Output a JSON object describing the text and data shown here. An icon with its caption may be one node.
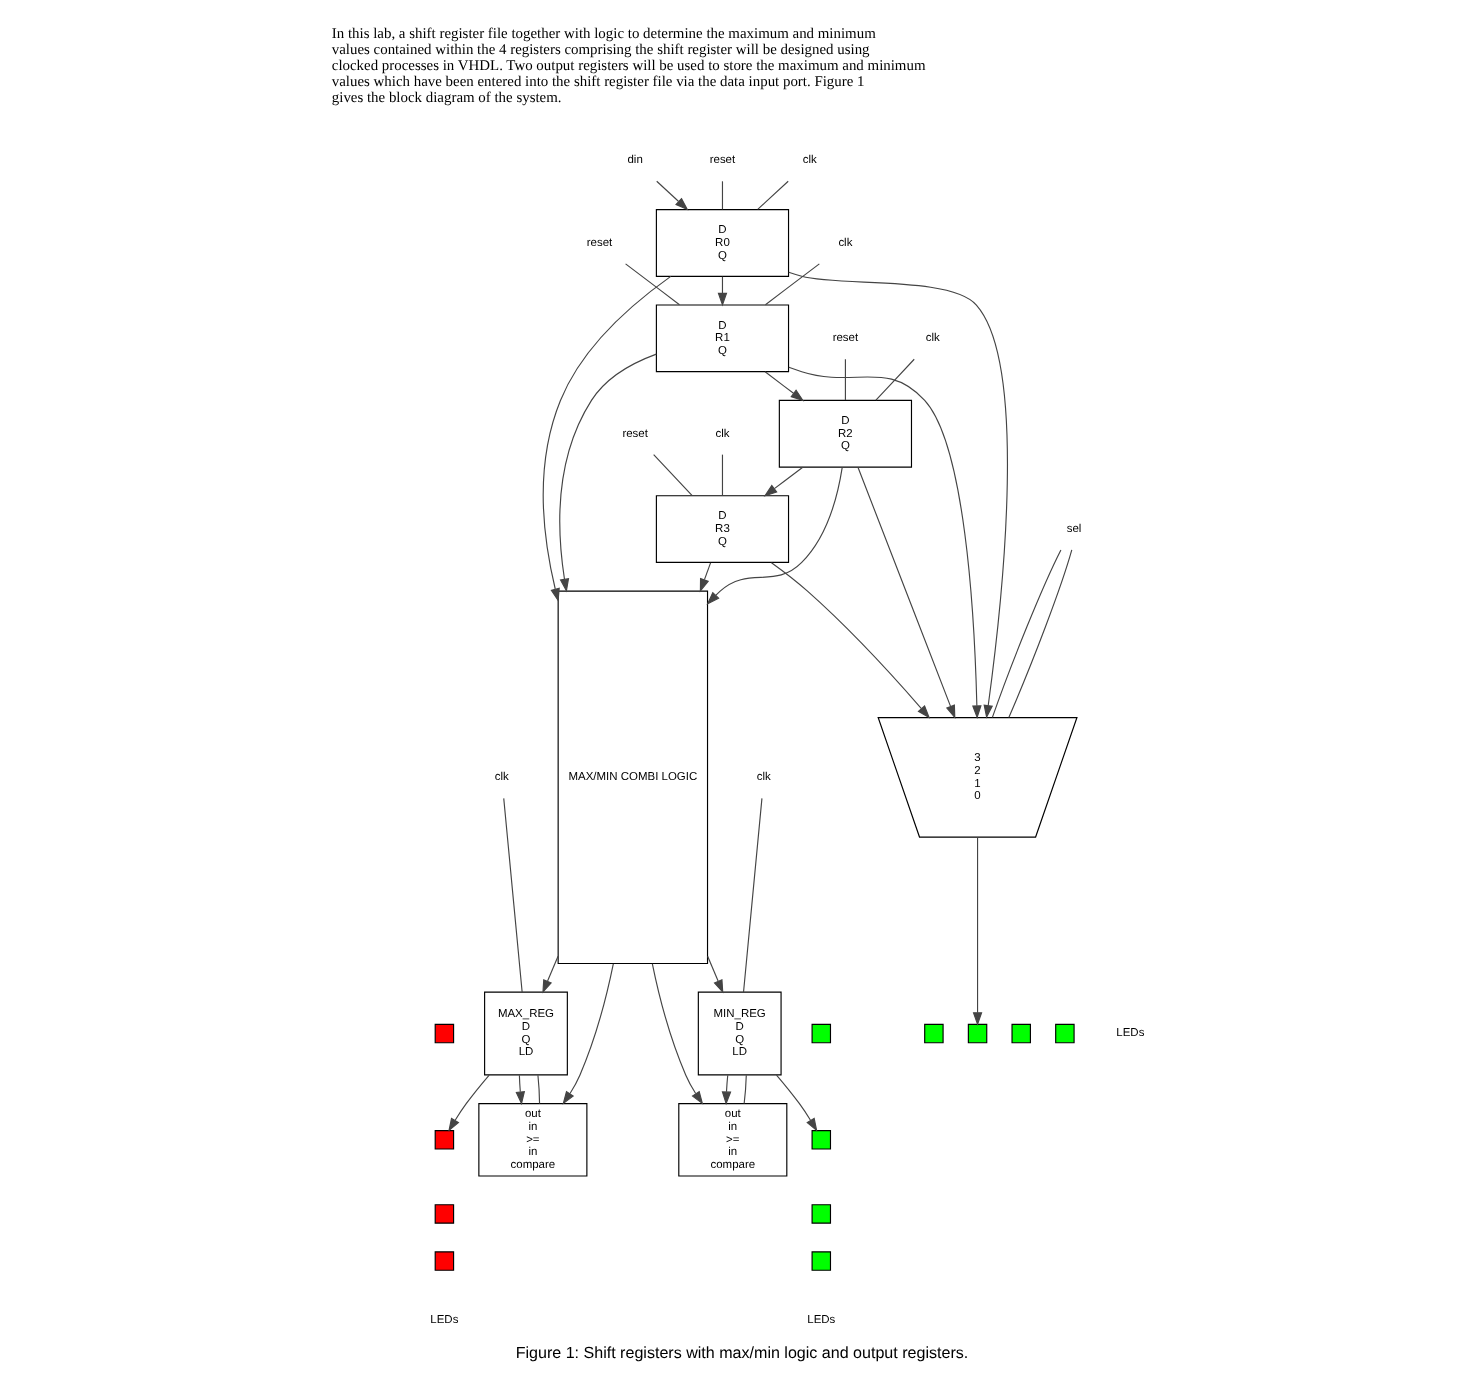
{
  "diagram": {
    "caption": "Figure 1: Shift registers with max/min logic and output registers.",
    "nodes": [
      {
        "text": [
          "din"
        ]
      },
      {
        "text": [
          "D",
          "R0",
          "Q"
        ]
      },
      {
        "text": [
          "reset"
        ]
      },
      {
        "text": [
          "clk"
        ]
      },
      {
        "text": [
          "D",
          "R1",
          "Q"
        ]
      },
      {
        "text": [
          "reset"
        ]
      },
      {
        "text": [
          "clk"
        ]
      },
      {
        "text": [
          "D",
          "R2",
          "Q"
        ]
      },
      {
        "text": [
          "reset"
        ]
      },
      {
        "text": [
          "clk"
        ]
      },
      {
        "text": [
          "D",
          "R3",
          "Q"
        ]
      },
      {
        "text": [
          "reset"
        ]
      },
      {
        "text": [
          "clk"
        ]
      },
      {
        "text": [
          "MAX/MIN COMBI LOGIC"
        ]
      },
      {
        "text": [
          "MAX_REG",
          "D",
          "Q",
          "LD"
        ]
      },
      {
        "text": [
          "clk"
        ]
      },
      {
        "text": [
          "out",
          "in",
          ">=",
          "in",
          "compare"
        ]
      },
      {
        "text": [],
        "shape": "box"
      },
      {
        "text": [],
        "shape": "box"
      },
      {
        "text": [],
        "shape": "box"
      },
      {
        "text": [],
        "shape": "box"
      },
      {
        "text": [
          "MIN_REG",
          "D",
          "Q",
          "LD"
        ]
      },
      {
        "text": [
          "clk"
        ]
      },
      {
        "text": [
          "out",
          "in",
          ">=",
          "in",
          "compare"
        ]
      },
      {
        "text": [],
        "shape": "box"
      },
      {
        "text": [],
        "shape": "box"
      },
      {
        "text": [],
        "shape": "box"
      },
      {
        "text": [],
        "shape": "box"
      },
      {
        "text": [
          "3",
          "2",
          "1",
          "0"
        ]
      },
      {
        "text": [
          "sel"
        ]
      },
      {
        "text": [],
        "shape": "box"
      },
      {
        "text": [],
        "shape": "box"
      },
      {
        "text": [],
        "shape": "box"
      },
      {
        "text": [],
        "shape": "box"
      }
    ],
    "edges": [
      {
        "from": 0,
        "to": 1,
        "arrow": "to"
      },
      {
        "from": 2,
        "to": 1,
        "arrow": "none"
      },
      {
        "from": 3,
        "to": 1,
        "arrow": "none"
      },
      {
        "from": 1,
        "to": 4,
        "arrow": "to"
      },
      {
        "from": 5,
        "to": 4,
        "arrow": "none"
      },
      {
        "from": 6,
        "to": 4,
        "arrow": "none"
      },
      {
        "from": 4,
        "to": 7,
        "arrow": "to"
      },
      {
        "from": 8,
        "to": 7,
        "arrow": "none"
      },
      {
        "from": 9,
        "to": 7,
        "arrow": "none"
      },
      {
        "from": 7,
        "to": 10,
        "arrow": "to"
      },
      {
        "from": 11,
        "to": 10,
        "arrow": "none"
      },
      {
        "from": 12,
        "to": 10,
        "arrow": "none"
      },
      {
        "from": 1,
        "to": 13,
        "arrow": "to"
      },
      {
        "from": 4,
        "to": 13,
        "arrow": "to"
      },
      {
        "from": 7,
        "to": 13,
        "arrow": "to"
      },
      {
        "from": 10,
        "to": 13,
        "arrow": "to"
      },
      {
        "from": 10,
        "to": 28,
        "arrow": "to"
      },
      {
        "from": 7,
        "to": 28,
        "arrow": "to"
      },
      {
        "from": 4,
        "to": 28,
        "arrow": "to"
      },
      {
        "from": 1,
        "to": 28,
        "arrow": "to"
      },
      {
        "from": 13,
        "to": 14,
        "arrow": "to"
      },
      {
        "from": 13,
        "to": 16,
        "arrow": "to"
      },
      {
        "from": 14,
        "to": 18,
        "arrow": "to"
      },
      {
        "from": 14,
        "to": 16,
        "arrow": "to"
      },
      {
        "from": 16,
        "to": 14,
        "arrow": "none"
      },
      {
        "from": 15,
        "to": 14,
        "arrow": "none"
      },
      {
        "from": 13,
        "to": 21,
        "arrow": "to"
      },
      {
        "from": 13,
        "to": 23,
        "arrow": "to"
      },
      {
        "from": 21,
        "to": 25,
        "arrow": "to"
      },
      {
        "from": 21,
        "to": 23,
        "arrow": "to"
      },
      {
        "from": 23,
        "to": 21,
        "arrow": "none"
      },
      {
        "from": 22,
        "to": 21,
        "arrow": "none"
      },
      {
        "from": 29,
        "to": 28,
        "arrow": "none"
      },
      {
        "from": 29,
        "to": 28,
        "arrow": "none"
      },
      {
        "from": 28,
        "to": 31,
        "arrow": "to"
      }
    ],
    "labels": [
      "In this lab, a shift register file together with logic to determine the maximum and minimum values contained within the 4 registers comprising the shift register will be designed using clocked processes in VHDL. Two output registers will be used to store the maximum and minimum values which have been entered into the shift register file via the data input port. Figure 1 gives the block diagram of the system.",
      "LEDs",
      "LEDs",
      "LEDs"
    ]
  }
}
